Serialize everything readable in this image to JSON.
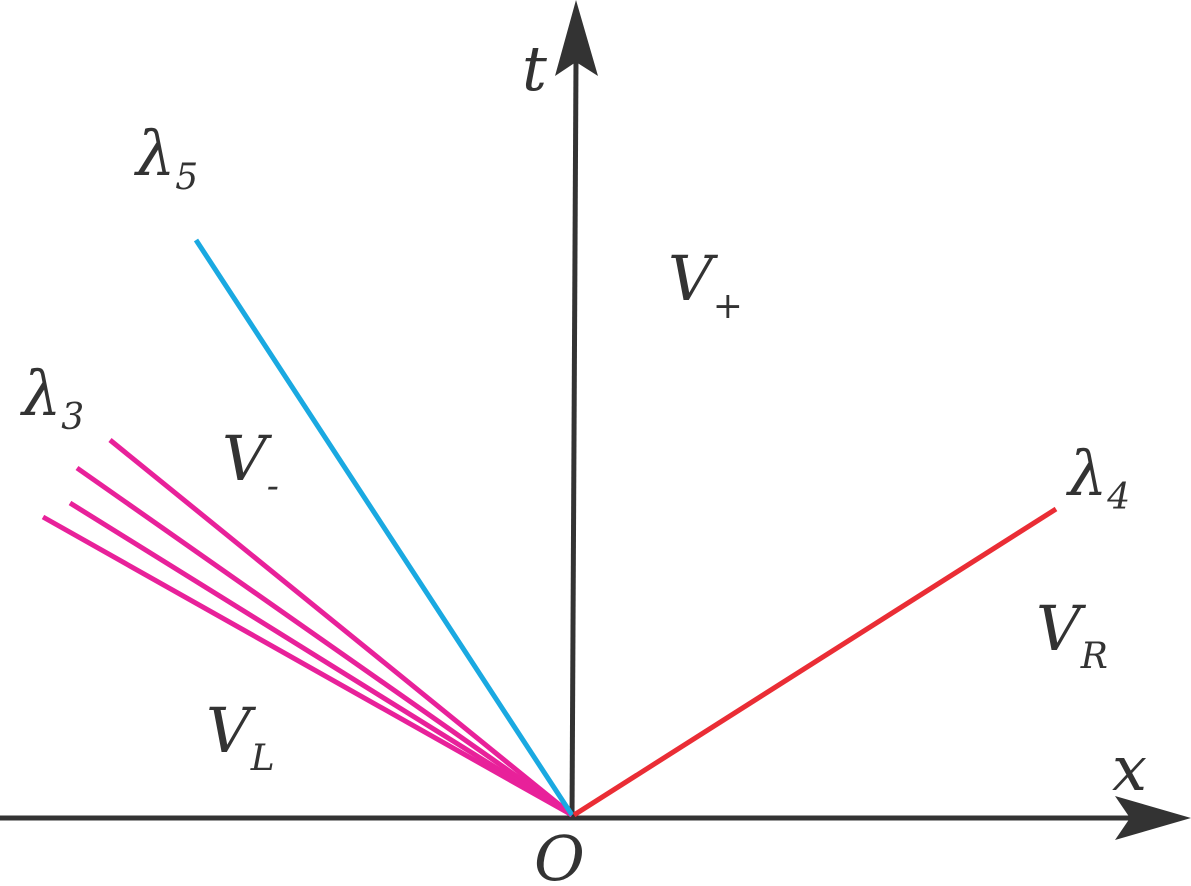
{
  "axes": {
    "t_label": "t",
    "x_label": "x",
    "origin_label": "O"
  },
  "waves": {
    "lambda5": {
      "symbol": "λ",
      "sub": "5",
      "color": "#1aa9e1"
    },
    "lambda3": {
      "symbol": "λ",
      "sub": "3",
      "color": "#e8219a"
    },
    "lambda4": {
      "symbol": "λ",
      "sub": "4",
      "color": "#ea2d35"
    }
  },
  "regions": {
    "v_plus": {
      "symbol": "V",
      "sub": "+"
    },
    "v_minus": {
      "symbol": "V",
      "sub": "-"
    },
    "v_left": {
      "symbol": "V",
      "sub": "L"
    },
    "v_right": {
      "symbol": "V",
      "sub": "R"
    }
  },
  "colors": {
    "axis": "#333333"
  }
}
